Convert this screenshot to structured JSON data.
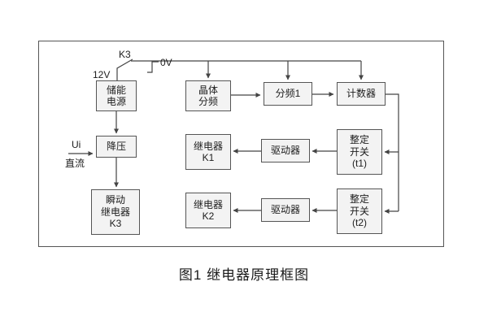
{
  "caption": "图1 继电器原理框图",
  "labels": {
    "switch": "K3",
    "v12": "12V",
    "v0": "0V",
    "ui": "Ui",
    "dc": "直流"
  },
  "blocks": {
    "storage": "储能\n电源",
    "stepdown": "降压",
    "relay_k3": "瞬动\n继电器\nK3",
    "crystal": "晶体\n分频",
    "divider": "分频1",
    "counter": "计数器",
    "relay_k1": "继电器\nK1",
    "driver1": "驱动器",
    "setting1": "整定\n开关\n(t1)",
    "relay_k2": "继电器\nK2",
    "driver2": "驱动器",
    "setting2": "整定\n开关\n(t2)"
  },
  "colors": {
    "line": "#444444",
    "block_border": "#555555",
    "block_bg": "#f3f3f3"
  }
}
